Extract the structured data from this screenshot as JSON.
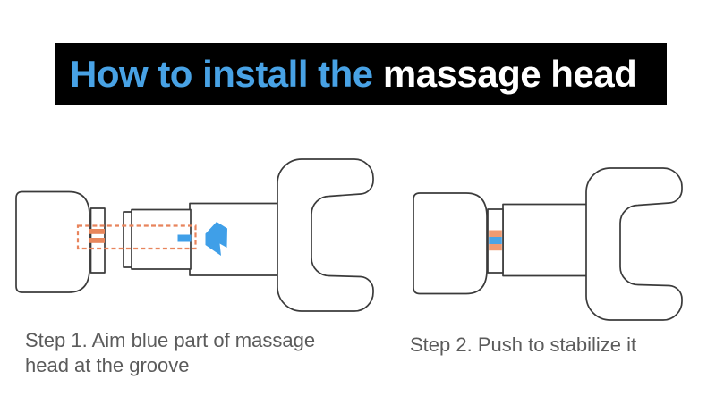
{
  "title": {
    "text_highlight": "How to install the ",
    "text_rest": "massage head",
    "background": "#000000",
    "highlight_color": "#48a2e5",
    "rest_color": "#ffffff"
  },
  "steps": [
    {
      "caption": "Step 1. Aim blue part of massage head at the groove"
    },
    {
      "caption": "Step 2. Push to stabilize it"
    }
  ],
  "icons": {
    "push_arrow": "left-block-arrow"
  },
  "colors": {
    "background": "#ffffff",
    "outline": "#3b3b3b",
    "accent_blue": "#3f9fe8",
    "accent_orange": "#e8875c",
    "dashed_orange": "#e8845c",
    "stripe_orange": "#f09b72",
    "stripe_blue": "#4aa4e6",
    "caption_text": "#5b5b5b"
  }
}
